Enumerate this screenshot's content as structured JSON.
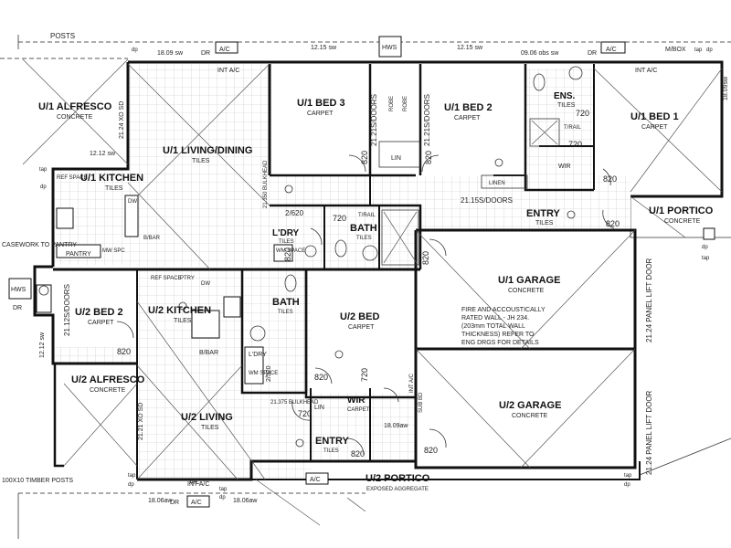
{
  "labels": {
    "posts_top": "POSTS",
    "alfresco1": "U/1 ALFRESCO",
    "alfresco1_floor": "CONCRETE",
    "living1": "U/1 LIVING/DINING",
    "living1_floor": "TILES",
    "kitchen1": "U/1 KITCHEN",
    "kitchen1_floor": "TILES",
    "bed3": "U/1 BED 3",
    "bed3_floor": "CARPET",
    "bed2a": "U/1 BED 2",
    "bed2a_floor": "CARPET",
    "ens": "ENS.",
    "ens_floor": "TILES",
    "bed1": "U/1 BED 1",
    "bed1_floor": "CARPET",
    "portico1": "U/1 PORTICO",
    "portico1_floor": "CONCRETE",
    "entry1": "ENTRY",
    "entry1_floor": "TILES",
    "garage1": "U/1 GARAGE",
    "garage1_floor": "CONCRETE",
    "ldry1": "L'DRY",
    "ldry1_floor": "TILES",
    "bath1": "BATH",
    "bath1_floor": "TILES",
    "pantry1": "PANTRY",
    "ref_space": "REF SPACE",
    "casework": "CASEWORK TO PANTRY",
    "bed2b": "U/2 BED 2",
    "bed2b_floor": "CARPET",
    "kitchen2": "U/2 KITCHEN",
    "kitchen2_floor": "TILES",
    "bath2": "BATH",
    "bath2_floor": "TILES",
    "bed_u2": "U/2 BED",
    "bed_u2_floor": "CARPET",
    "alfresco2": "U/2 ALFRESCO",
    "alfresco2_floor": "CONCRETE",
    "living2": "U/2 LIVING",
    "living2_floor": "TILES",
    "ldry2": "L'DRY",
    "wir2": "WIR",
    "wir2_floor": "CARPET",
    "entry2": "ENTRY",
    "entry2_floor": "TILES",
    "garage2": "U/2 GARAGE",
    "garage2_floor": "CONCRETE",
    "portico2": "U/2 PORTICO",
    "portico2_floor": "EXPOSED AGGREGATE",
    "timber_posts": "100X10 TIMBER POSTS",
    "fire_note": "FIRE AND ACCOUSTICALLY RATED WALL - JH 234. (203mm TOTAL WALL THICKNESS) REFER TO ENG DRGS FOR DETAILS",
    "panel_door_1": "21.24 PANEL LIFT DOOR",
    "panel_door_2": "21.24 PANEL LIFT DOOR",
    "bulkhead1": "21.350 BULKHEAD",
    "bulkhead2": "21.375 BULKHEAD"
  },
  "dimensions": {
    "d_1809_top": "18.09 sw",
    "d_1215_a": "12.15 sw",
    "d_1215_b": "12.15 sw",
    "d_906": "09.06 obs sw",
    "d_1809_side": "18.09sw",
    "d_1212": "12.12 sw",
    "d_1212_b": "12.12 sw",
    "d_2124_xo": "21.24 XO SD",
    "d_2121_xo": "21.21 XO SD",
    "d_2121_doors_a": "21.21S/DOORS",
    "d_2121_doors_b": "21.21S/DOORS",
    "d_2115_doors": "21.15S/DOORS",
    "d_2112_doors": "21.12S/DOORS",
    "d_1809_bot": "18.09aw",
    "d_1806_a": "18.06aw",
    "d_1806_b": "18.06aw",
    "d_2620": "2/620",
    "d_2520": "2/520"
  },
  "tags": {
    "ac_top1": "A/C",
    "ac_top2": "A/C",
    "ac_bot1": "A/C",
    "ac_bot2": "A/C",
    "ac_bot3": "A/C",
    "hws_top": "HWS",
    "hws_left": "HWS",
    "int_ac_1": "INT A/C",
    "int_ac_2": "INT A/C",
    "int_ac_3": "INT A/C",
    "int_ac_4": "INT A/C",
    "mbox": "M/BOX",
    "tap_tr": "tap",
    "dp_tr": "dp",
    "dr_top1": "DR",
    "dr_top2": "DR",
    "dr_left": "DR",
    "dp_top": "dp",
    "dp_left": "dp",
    "tap_left": "tap",
    "tap_bl": "tap",
    "dp_bl": "dp",
    "dr_bot": "DR",
    "dp_bot": "dp",
    "tap_bot": "tap",
    "dp_br": "dp",
    "tap_br": "tap",
    "dp_r": "dp",
    "tap_r": "tap",
    "robe1": "ROBE",
    "robe2": "ROBE",
    "lin1": "LIN",
    "lin2": "LIN",
    "linen": "LINEN",
    "wir1": "WIR",
    "t_rail_1": "T/RAIL",
    "t_rail_2": "T/RAIL",
    "dw1": "DW",
    "dw2": "DW",
    "mw_spc": "MW SPC",
    "wm_space1": "WM SPACE",
    "wm_space2": "WM SPACE",
    "b_bar1": "B/BAR",
    "b_bar2": "B/BAR",
    "sub_bd": "SUB BD",
    "int_ac_v": "INT A/C",
    "ref_space2": "REF SPACE",
    "ptry": "PTRY",
    "num_720": "720",
    "num_820": "820"
  },
  "colors": {
    "line": "#111111",
    "tile_grid": "#bcbcbc",
    "background": "#ffffff"
  }
}
